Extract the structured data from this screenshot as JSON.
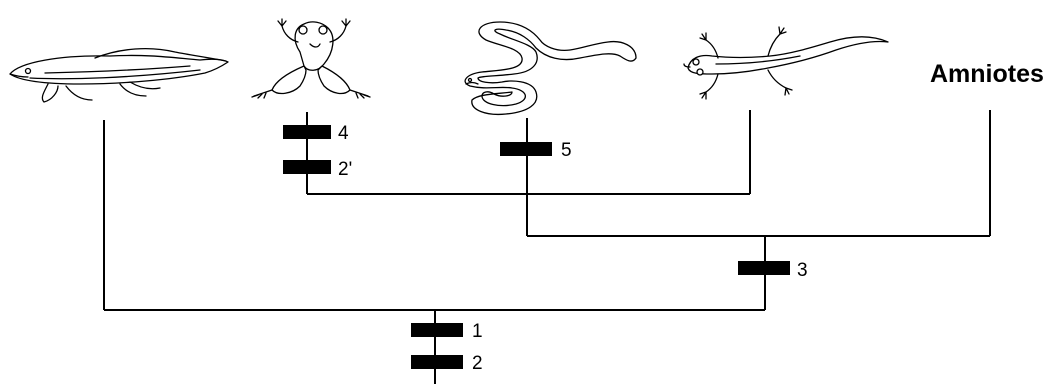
{
  "taxa": {
    "amniotes": "Amniotes"
  },
  "icons": {
    "caecilian_like_fish": "elongated-fish-icon",
    "frog": "frog-icon",
    "caecilian": "caecilian-icon",
    "salamander": "salamander-icon"
  },
  "characters": {
    "c1": "1",
    "c2": "2",
    "c2_prime": "2'",
    "c3": "3",
    "c4": "4",
    "c5": "5"
  }
}
